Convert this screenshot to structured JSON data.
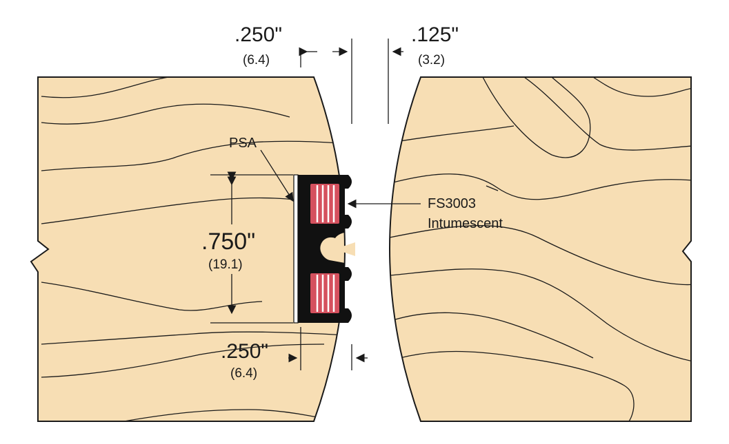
{
  "colors": {
    "wood": "#f7deb4",
    "seal": "#111111",
    "intumescent": "#d5515e",
    "line": "#1a1a1a"
  },
  "labels": {
    "top_left_gap": {
      "imperial": ".250\"",
      "metric": "(6.4)"
    },
    "top_right_gap": {
      "imperial": ".125\"",
      "metric": "(3.2)"
    },
    "height": {
      "imperial": ".750\"",
      "metric": "(19.1)"
    },
    "bottom_gap": {
      "imperial": ".250\"",
      "metric": "(6.4)"
    },
    "psa": "PSA",
    "intumescent_line1": "FS3003",
    "intumescent_line2": "Intumescent"
  }
}
